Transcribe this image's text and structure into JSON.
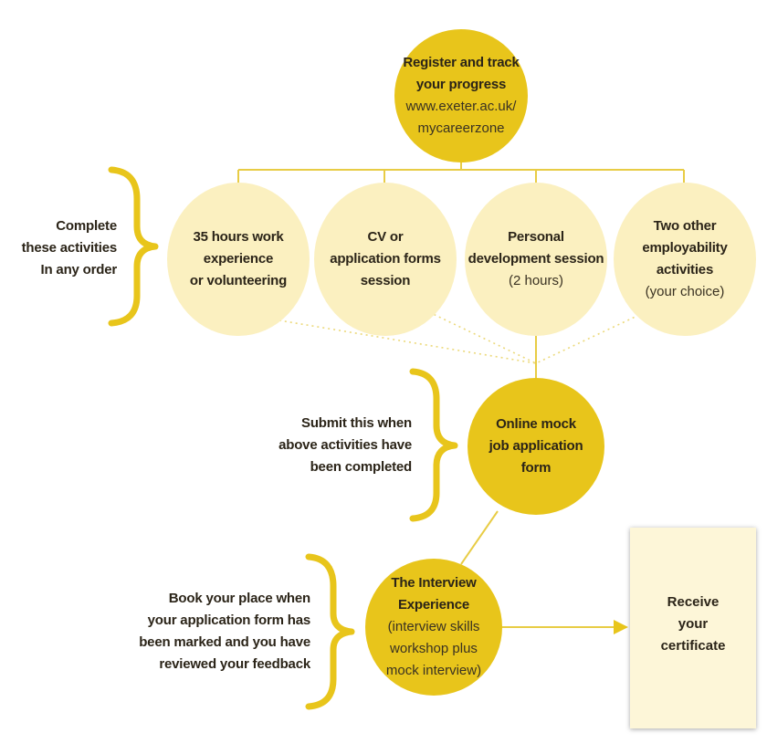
{
  "register": {
    "title_lines": [
      "Register and track",
      "your progress"
    ],
    "url_lines": [
      "www.exeter.ac.uk/",
      "mycareerzone"
    ]
  },
  "activities_note": {
    "lines": [
      "Complete",
      "these activities",
      "In any order"
    ]
  },
  "activities": [
    {
      "bold_lines": [
        "35 hours work",
        "experience",
        "or volunteering"
      ],
      "regular_lines": []
    },
    {
      "bold_lines": [
        "CV or",
        "application forms",
        "session"
      ],
      "regular_lines": []
    },
    {
      "bold_lines": [
        "Personal",
        "development session"
      ],
      "regular_lines": [
        "(2 hours)"
      ]
    },
    {
      "bold_lines": [
        "Two other",
        "employability",
        "activities"
      ],
      "regular_lines": [
        "(your choice)"
      ]
    }
  ],
  "submit_note": {
    "lines": [
      "Submit this when",
      "above activities have",
      "been completed"
    ]
  },
  "mock_application": {
    "lines": [
      "Online mock",
      "job application",
      "form"
    ]
  },
  "book_note": {
    "lines": [
      "Book your place when",
      "your application form has",
      "been marked and you have",
      "reviewed your feedback"
    ]
  },
  "interview": {
    "bold_lines": [
      "The Interview",
      "Experience"
    ],
    "regular_lines": [
      "(interview skills",
      "workshop plus",
      "mock interview)"
    ]
  },
  "certificate": {
    "lines": [
      "Receive",
      "your",
      "certificate"
    ]
  },
  "colors": {
    "dark_yellow": "#e8c51b",
    "light_yellow": "#fbf0c0",
    "line_yellow": "#e8cc45",
    "text_dark": "#2b2418"
  }
}
